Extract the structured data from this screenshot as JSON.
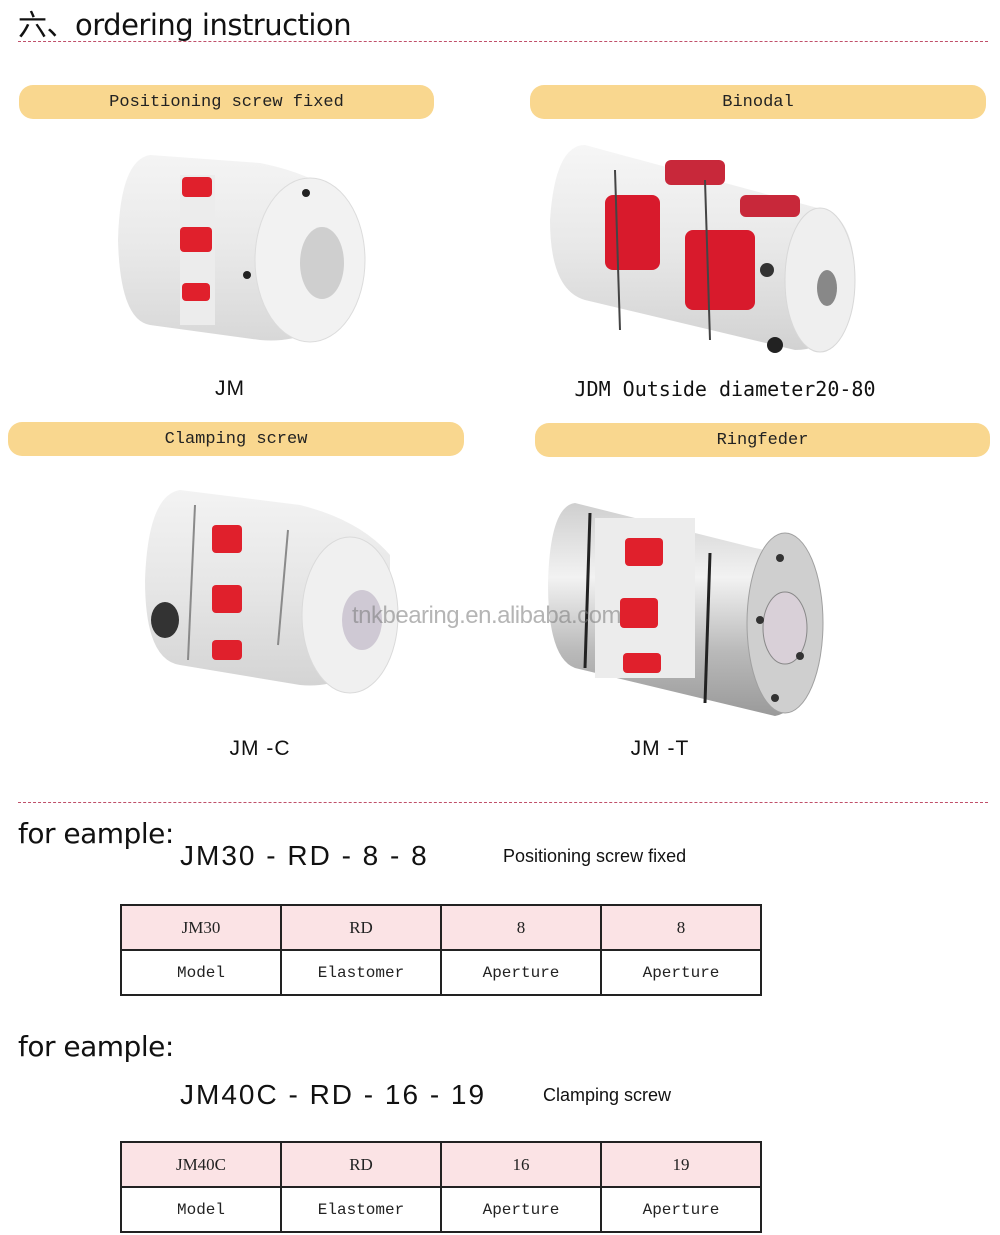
{
  "header": {
    "title": "六、ordering instruction"
  },
  "products": [
    {
      "label": "Positioning screw fixed",
      "model": "JM"
    },
    {
      "label": "Binodal",
      "model": "JDM Outside diameter20-80"
    },
    {
      "label": "Clamping screw",
      "model": "JM -C"
    },
    {
      "label": "Ringfeder",
      "model": "JM -T"
    }
  ],
  "watermark": "tnkbearing.en.alibaba.com",
  "examples": [
    {
      "label": "for eample:",
      "code": "JM30 - RD - 8 - 8",
      "note": "Positioning screw fixed",
      "table": {
        "values": [
          "JM30",
          "RD",
          "8",
          "8"
        ],
        "headers": [
          "Model",
          "Elastomer",
          "Aperture",
          "Aperture"
        ]
      }
    },
    {
      "label": "for eample:",
      "code": "JM40C - RD - 16 - 19",
      "note": "Clamping screw",
      "table": {
        "values": [
          "JM40C",
          "RD",
          "16",
          "19"
        ],
        "headers": [
          "Model",
          "Elastomer",
          "Aperture",
          "Aperture"
        ]
      }
    }
  ],
  "colors": {
    "pill": "#f9d78f",
    "dashed_rule": "#c0506a",
    "table_highlight": "#fbe3e5",
    "elastomer_red": "#e0202c"
  }
}
